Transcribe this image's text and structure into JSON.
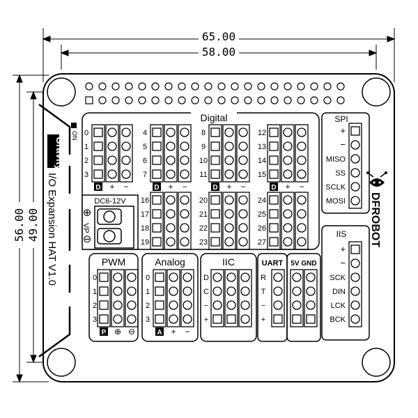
{
  "dimensions": {
    "width_outer": "65.00",
    "width_inner": "58.00",
    "height_outer": "56.00",
    "height_inner": "49.00"
  },
  "board": {
    "brand": "DFROBOT",
    "title": "Gravity",
    "subtitle": "I/O Expansion HAT V1.0",
    "pin_legend_d": "D",
    "pin_legend_on": "ON",
    "colors": {
      "outline": "#000000",
      "pin_fill": "#ffffff",
      "board_fill": "#ffffff"
    }
  },
  "digital": {
    "title": "Digital",
    "groups": [
      {
        "pins": [
          "0",
          "1",
          "2",
          "3"
        ],
        "sig": "D"
      },
      {
        "pins": [
          "4",
          "5",
          "6",
          "7"
        ],
        "sig": "D"
      },
      {
        "pins": [
          "8",
          "9",
          "10",
          "11"
        ],
        "sig": "D"
      },
      {
        "pins": [
          "12",
          "13",
          "14",
          "15"
        ],
        "sig": "D"
      },
      {
        "pins": [
          "16",
          "17",
          "18",
          "19"
        ],
        "sig": ""
      },
      {
        "pins": [
          "20",
          "21",
          "22",
          "23"
        ],
        "sig": ""
      },
      {
        "pins": [
          "24",
          "25",
          "26",
          "27"
        ],
        "sig": ""
      }
    ],
    "plus": "+",
    "minus": "−"
  },
  "power": {
    "title": "DC6-12V",
    "plus_symbol": "⊕",
    "minus_symbol": "⊖",
    "label": "VP"
  },
  "pwm": {
    "title": "PWM",
    "pins": [
      "0",
      "1",
      "2",
      "3"
    ],
    "sig": "P",
    "plus": "⊕",
    "minus": "⊖"
  },
  "analog": {
    "title": "Analog",
    "pins": [
      "0",
      "1",
      "2",
      "3"
    ],
    "sig": "A",
    "plus": "+",
    "minus": "−"
  },
  "iic": {
    "title": "IIC",
    "pins": [
      "D",
      "C",
      "−",
      "+"
    ]
  },
  "uart": {
    "title": "UART",
    "pins": [
      "R",
      "T",
      "−",
      "+"
    ]
  },
  "power5v": {
    "title": "5V GND"
  },
  "spi": {
    "title": "SPI",
    "pins": [
      "+",
      "−",
      "MISO",
      "SS",
      "SCLK",
      "MOSI"
    ]
  },
  "iis": {
    "title": "IIS",
    "pins": [
      "+",
      "−",
      "SCK",
      "DIN",
      "LCK",
      "BCK"
    ]
  }
}
